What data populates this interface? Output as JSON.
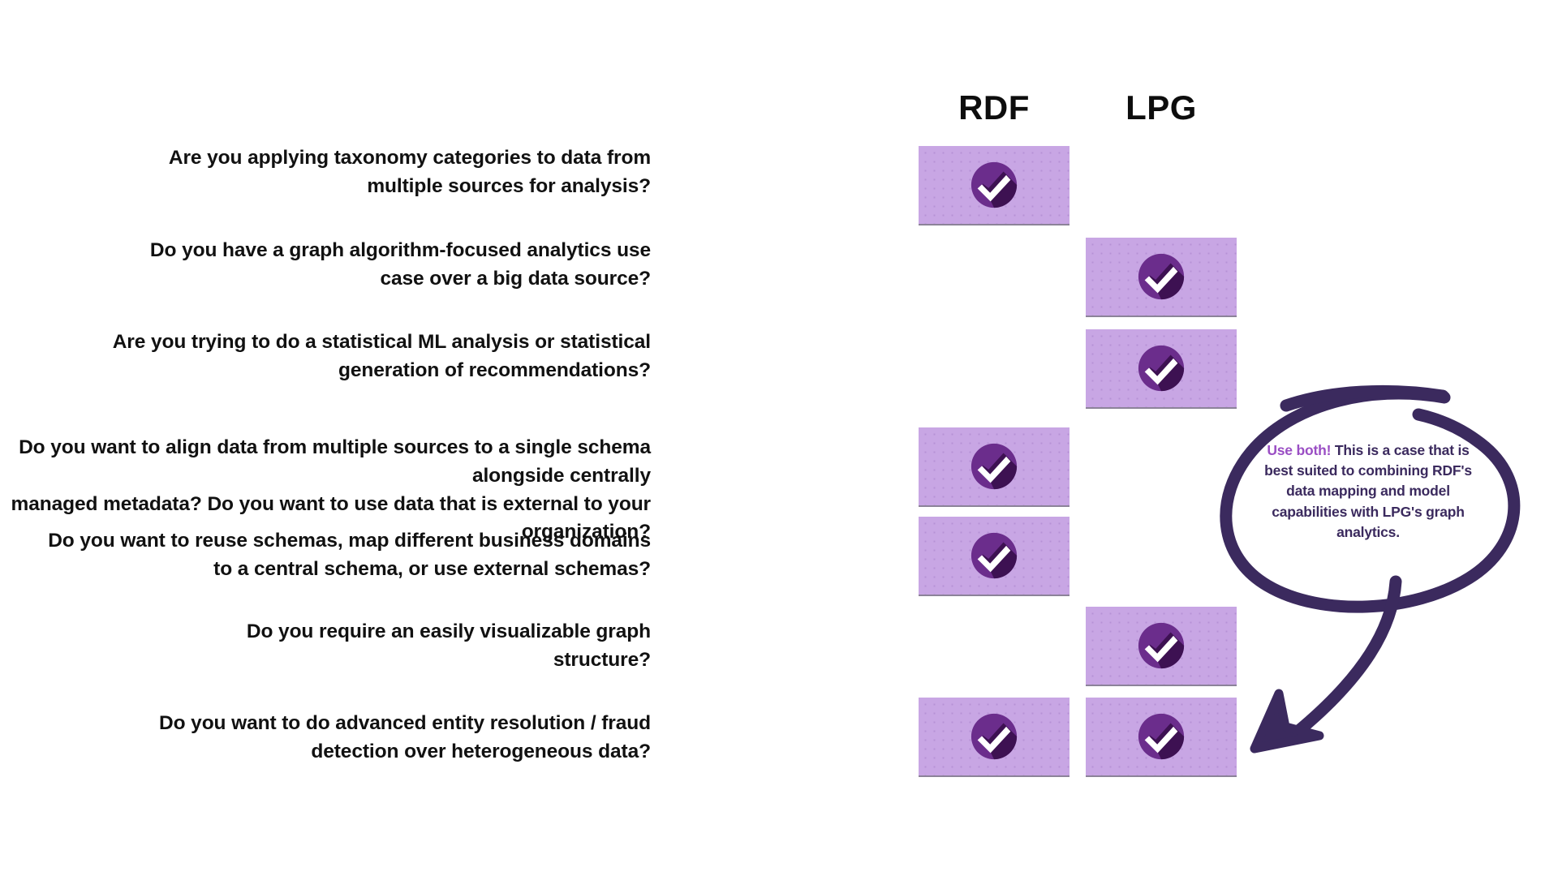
{
  "meta": {
    "background_color": "#ffffff",
    "accent_purple": "#6b2d8c",
    "cell_fill": "#c8a6e4",
    "annotation_ink": "#3b2a5e",
    "annotation_highlight": "#9a4ec4",
    "text_color": "#111111"
  },
  "columns": [
    {
      "id": "rdf",
      "label": "RDF"
    },
    {
      "id": "lpg",
      "label": "LPG"
    }
  ],
  "icons": {
    "check": "check-circle-icon"
  },
  "rows": [
    {
      "question": "Are you applying taxonomy categories to data from\nmultiple sources for analysis?",
      "rdf": true,
      "lpg": false
    },
    {
      "question": "Do you have a graph algorithm-focused analytics use\ncase over a big data source?",
      "rdf": false,
      "lpg": true
    },
    {
      "question": "Are you trying to do a statistical ML analysis or statistical\ngeneration of recommendations?",
      "rdf": false,
      "lpg": true
    },
    {
      "question": "Do you want to align data from multiple sources to a single schema alongside centrally\nmanaged metadata? Do you want to use data that is external to your organization?",
      "rdf": true,
      "lpg": false
    },
    {
      "question": "Do you want to reuse schemas, map different business domains\nto a central schema, or use external schemas?",
      "rdf": true,
      "lpg": false
    },
    {
      "question": "Do you require an easily visualizable graph\nstructure?",
      "rdf": false,
      "lpg": true
    },
    {
      "question": "Do you want to do advanced entity resolution / fraud\ndetection over heterogeneous data?",
      "rdf": true,
      "lpg": true
    }
  ],
  "annotation": {
    "lead": "Use both!",
    "body": " This is a case that is best suited to combining RDF's data mapping and model capabilities with LPG's graph analytics.",
    "full_text": "Use both! This is a case that is best suited to combining RDF's data mapping and model capabilities with LPG's graph analytics.",
    "shape": "hand-drawn-ellipse-with-arrow",
    "points_to_row_index": 6
  }
}
